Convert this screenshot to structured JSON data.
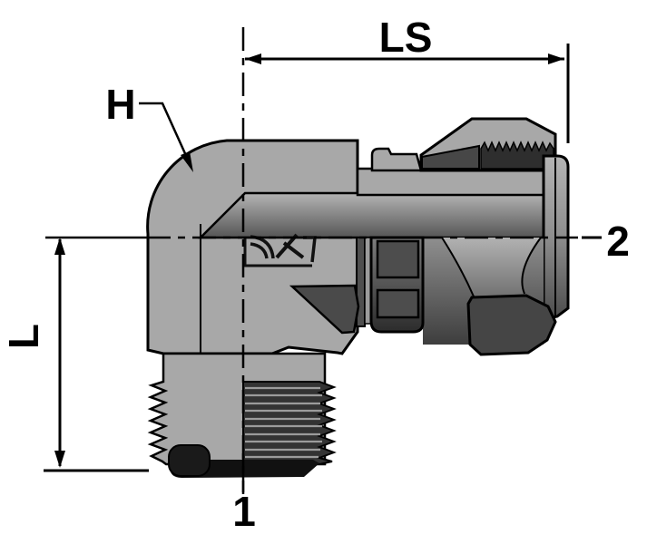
{
  "drawing": {
    "labels": {
      "length_dim": "LS",
      "hex_dim": "H",
      "height_dim": "L",
      "end_ref_bottom": "1",
      "end_ref_right": "2"
    },
    "colors": {
      "body": "#a8a8a8",
      "dark_accent": "#454545",
      "outline": "#000000",
      "background": "#ffffff"
    }
  }
}
